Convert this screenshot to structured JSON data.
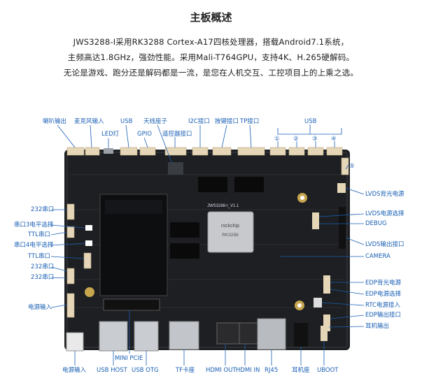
{
  "title": "主板概述",
  "description": [
    "JWS3288-I采用RK3288 Cortex-A17四核处理器，搭载Android7.1系统，",
    "主频高达1.8GHz，强劲性能。采用Mali-T764GPU，支持4K、H.265硬解码。",
    "无论是游戏、跑分还是解码都是一流，是您在人机交互、工控项目上的上乘之选。"
  ],
  "board": {
    "model_label": "JWS3288-I_V1.1",
    "chip_brand": "rockchip",
    "chip_model": "RK3288"
  },
  "labels": {
    "top": {
      "speaker": "喇叭输出",
      "mic": "麦克风输入",
      "usb1": "USB",
      "antenna": "天线座子",
      "i2c": "I2C接口",
      "button": "按键接口",
      "tp": "TP接口",
      "usb_group": "USB",
      "led": "LED灯",
      "gpio": "GPIO",
      "remote": "遥控器接口",
      "n1": "①",
      "n2": "②",
      "n3": "③",
      "n4": "④",
      "n5": "⑤"
    },
    "left": {
      "rs232_1": "232串口",
      "uart3": "串口3电平选择",
      "ttl1": "TTL串口",
      "uart4": "串口4电平选择",
      "ttl2": "TTL串口",
      "rs232_2": "232串口",
      "rs232_3": "232串口",
      "power_in": "电源输入"
    },
    "right": {
      "lvds_bl": "LVDS背光电源",
      "lvds_sel": "LVDS电源选择",
      "debug": "DEBUG",
      "lvds_out": "LVDS输出接口",
      "camera": "CAMERA",
      "edp_bl": "EDP背光电源",
      "edp_sel": "EDP电源选择",
      "rtc": "RTC电源接入",
      "edp_out": "EDP输出接口",
      "earphone": "耳机输出"
    },
    "bottom": {
      "power_in": "电源输入",
      "usb_host": "USB HOST",
      "mini_pcie": "MINI PCIE",
      "usb_otg": "USB OTG",
      "tf": "TF卡座",
      "hdmi_out": "HDMI OUT",
      "hdmi_in": "HDMI IN",
      "rj45": "RJ45",
      "jack": "耳机座",
      "uboot": "UBOOT"
    }
  },
  "colors": {
    "label_blue": "#1a5fb4",
    "pcb": "#1d1f22",
    "connector": "#e6d6b8"
  }
}
